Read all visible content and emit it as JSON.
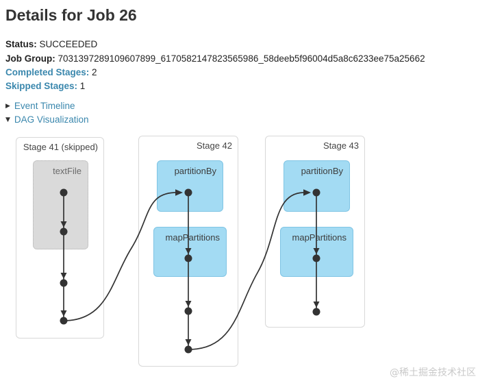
{
  "page": {
    "title": "Details for Job 26",
    "status_label": "Status:",
    "status_value": "SUCCEEDED",
    "job_group_label": "Job Group:",
    "job_group_value": "7031397289109607899_6170582147823565986_58deeb5f96004d5a8c6233ee75a25662",
    "completed_stages_label": "Completed Stages:",
    "completed_stages_value": "2",
    "skipped_stages_label": "Skipped Stages:",
    "skipped_stages_value": "1"
  },
  "toggles": {
    "event_timeline": {
      "label": "Event Timeline",
      "state": "collapsed",
      "arrow_icon": "collapsed-arrow"
    },
    "dag_visualization": {
      "label": "DAG Visualization",
      "state": "expanded",
      "arrow_icon": "expanded-arrow"
    }
  },
  "dag": {
    "stages": [
      {
        "label": "Stage 41 (skipped)",
        "skipped": true,
        "operators": [
          "textFile"
        ]
      },
      {
        "label": "Stage 42",
        "skipped": false,
        "operators": [
          "partitionBy",
          "mapPartitions"
        ]
      },
      {
        "label": "Stage 43",
        "skipped": false,
        "operators": [
          "partitionBy",
          "mapPartitions"
        ]
      }
    ]
  },
  "icons": {
    "collapsed_arrow": "▶",
    "expanded_arrow": "▼"
  },
  "colors": {
    "link_blue": "#3a87ad",
    "heading_color": "#333333",
    "op_box_fill": "#a3dbf3",
    "op_box_border": "#7fc4e4",
    "skipped_box_fill": "#dadada",
    "skipped_box_border": "#b0b0b0",
    "stage_box_border": "#d8d8d8",
    "edge_color": "#333333",
    "watermark_gray": "#c9c9c9"
  },
  "watermark": "@稀土掘金技术社区"
}
